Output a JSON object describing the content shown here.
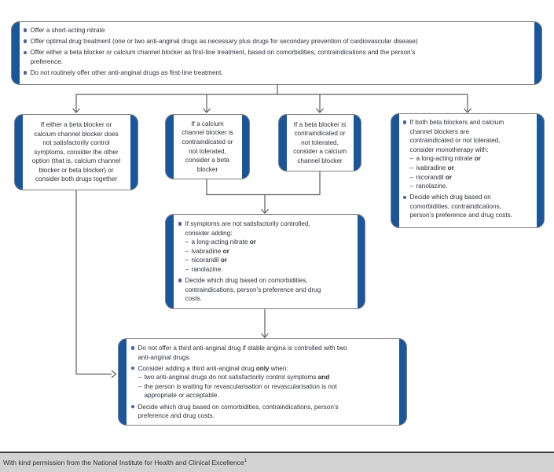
{
  "colors": {
    "node-blue": "#1a569b",
    "bullet-blue": "#4c60a6"
  },
  "icons": {
    "bullet": "disc",
    "dash": "–"
  },
  "top_box": {
    "items": [
      {
        "marker": "bullet",
        "segments": [
          {
            "text": "Offer a short-acting nitrate"
          }
        ]
      },
      {
        "marker": "bullet",
        "segments": [
          {
            "text": "Offer optimal drug treatment (one or two anti-anginal drugs as necessary plus drugs for secondary prevention of cardiovascular disease)"
          }
        ]
      },
      {
        "marker": "bullet",
        "segments": [
          {
            "text": "Offer either a beta blocker or calcium channel blocker as first-line treatment, based on comorbidities, contraindications and the person’s\npreference."
          }
        ]
      },
      {
        "marker": "bullet",
        "segments": [
          {
            "text": "Do not routinely offer other anti-anginal drugs as first-line treatment."
          }
        ]
      }
    ]
  },
  "row2": {
    "switch_box": {
      "text": "If either a beta blocker or\ncalcium channel blocker does\nnot satisfactorily control\nsymptoms, consider the other\noption (that is, calcium channel\nblocker or beta blocker) or\nconsider both drugs together"
    },
    "ccb_contraindicated_box": {
      "text": "If a calcium\nchannel blocker is\ncontraindicated or\nnot tolerated,\nconsider a beta\nblocker"
    },
    "bb_contraindicated_box": {
      "text": "If a beta blocker is\ncontraindicated or\nnot tolerated,\nconsider a calcium\nchannel blocker"
    },
    "both_contraindicated_box": {
      "items": [
        {
          "marker": "bullet",
          "segments": [
            {
              "text": "If both beta blockers and calcium\nchannel blockers are\ncontraindicated or not tolerated,\nconsider monotherapy with:"
            }
          ]
        },
        {
          "marker": "dash",
          "segments": [
            {
              "text": "a long-acting nitrate "
            },
            {
              "text": "or",
              "bold": true
            }
          ]
        },
        {
          "marker": "dash",
          "segments": [
            {
              "text": "ivabradine "
            },
            {
              "text": "or",
              "bold": true
            }
          ]
        },
        {
          "marker": "dash",
          "segments": [
            {
              "text": "nicorandil "
            },
            {
              "text": "or",
              "bold": true
            }
          ]
        },
        {
          "marker": "dash",
          "segments": [
            {
              "text": "ranolazine."
            }
          ]
        },
        {
          "marker": "bullet",
          "segments": [
            {
              "text": "Decide which drug based on\ncomorbidities, contraindications,\nperson’s preference and drug costs."
            }
          ]
        }
      ]
    }
  },
  "middle_box": {
    "items": [
      {
        "marker": "bullet",
        "segments": [
          {
            "text": "If symptoms are not satisfactorily controlled,\nconsider adding:"
          }
        ]
      },
      {
        "marker": "dash",
        "segments": [
          {
            "text": "a long-acting nitrate "
          },
          {
            "text": "or",
            "bold": true
          }
        ]
      },
      {
        "marker": "dash",
        "segments": [
          {
            "text": "ivabradine "
          },
          {
            "text": "or",
            "bold": true
          }
        ]
      },
      {
        "marker": "dash",
        "segments": [
          {
            "text": "nicorandil "
          },
          {
            "text": "or",
            "bold": true
          }
        ]
      },
      {
        "marker": "dash",
        "segments": [
          {
            "text": "ranolazine."
          }
        ]
      },
      {
        "marker": "bullet",
        "segments": [
          {
            "text": "Decide which drug based on comorbidities,\ncontraindications, person’s preference and drug\ncosts."
          }
        ]
      }
    ]
  },
  "bottom_box": {
    "items": [
      {
        "marker": "bullet",
        "segments": [
          {
            "text": "Do not offer a third anti-anginal drug if stable angina is controlled with two\nanti-anginal drugs."
          }
        ]
      },
      {
        "marker": "bullet",
        "segments": [
          {
            "text": "Consider adding a third anti-anginal drug "
          },
          {
            "text": "only",
            "bold": true
          },
          {
            "text": " when:"
          }
        ]
      },
      {
        "marker": "dash",
        "segments": [
          {
            "text": "two anti-anginal drugs do not satisfactorily control symptoms "
          },
          {
            "text": "and",
            "bold": true
          }
        ]
      },
      {
        "marker": "dash",
        "segments": [
          {
            "text": "the person is waiting for revascularisation or revascularisation is not\nappropriate or acceptable."
          }
        ]
      },
      {
        "marker": "bullet",
        "segments": [
          {
            "text": "Decide which drug based on comorbidities, contraindications, person’s\npreference and drug costs."
          }
        ]
      }
    ]
  },
  "footer": {
    "text": "With kind permission from the National Institute for Health and Clinical Excellence",
    "superscript": "1"
  }
}
